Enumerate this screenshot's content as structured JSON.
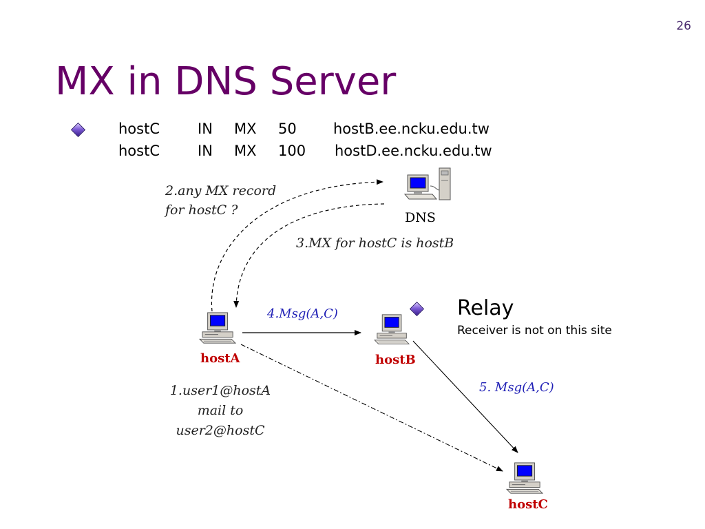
{
  "slide": {
    "number": "26",
    "title": "MX in DNS Server"
  },
  "mx_records": [
    {
      "name": "hostC",
      "class": "IN",
      "type": "MX",
      "preference": "50",
      "exchange": "hostB.ee.ncku.edu.tw"
    },
    {
      "name": "hostC",
      "class": "IN",
      "type": "MX",
      "preference": "100",
      "exchange": "hostD.ee.ncku.edu.tw"
    }
  ],
  "diagram": {
    "dns_label": "DNS",
    "step2_line1": "2.any MX record",
    "step2_line2": "for hostC ?",
    "step3": "3.MX for hostC is hostB",
    "step4": "4.Msg(A,C)",
    "step5": "5. Msg(A,C)",
    "step1_line1": "1.user1@hostA",
    "step1_line2": "mail to",
    "step1_line3": "user2@hostC",
    "hosts": {
      "a": "hostA",
      "b": "hostB",
      "c": "hostC"
    }
  },
  "relay": {
    "title": "Relay",
    "description": "Receiver is not on this site"
  },
  "colors": {
    "title": "#660066",
    "host_label": "#c00000",
    "msg_label": "#1f1fb5",
    "screen": "#0000ff"
  },
  "icons": [
    "computer-icon",
    "diamond-bullet-icon"
  ]
}
